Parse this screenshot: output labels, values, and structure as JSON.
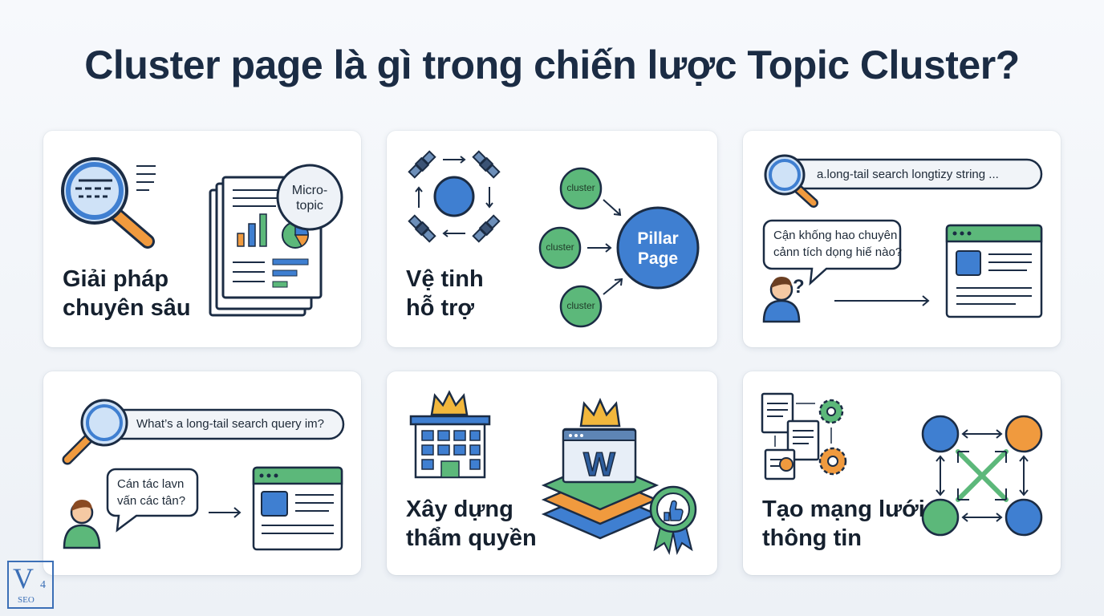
{
  "title": "Cluster page là gì trong chiến lược Topic Cluster?",
  "cards": [
    {
      "label_line1": "Giải pháp",
      "label_line2": "chuyên sâu",
      "badge": "Micro-\ntopic"
    },
    {
      "label_line1": "Vệ tinh",
      "label_line2": "hỗ trợ",
      "nodes": [
        "cluster",
        "cluster",
        "cluster"
      ],
      "pillar": "Pillar\nPage"
    },
    {
      "search": "a.long-tail search longtizy string ...",
      "bubble": "Cận khống hao chuyên\ncảnn tích dọng hiế nào?"
    },
    {
      "search": "What’s a long-tail search query im?",
      "bubble": "Cán tác lavn\nvấn các tân?"
    },
    {
      "label_line1": "Xây dựng",
      "label_line2": "thẩm quyền",
      "page_letter": "W"
    },
    {
      "label_line1": "Tạo mạng lưới",
      "label_line2": "thông tin"
    }
  ],
  "logo": {
    "letter": "V",
    "number": "4",
    "sub": "SEO"
  },
  "colors": {
    "blue": "#3f7fd1",
    "green": "#5cb87a",
    "orange": "#f09a3e",
    "dark": "#1b2c44",
    "gold": "#f2b73c"
  }
}
